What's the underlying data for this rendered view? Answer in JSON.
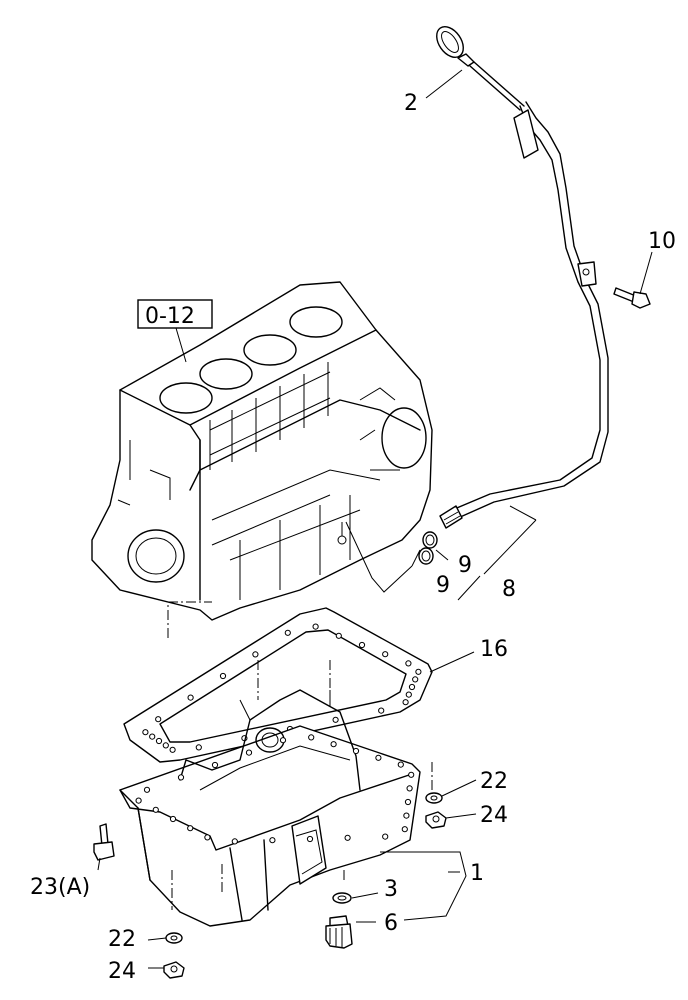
{
  "callouts": {
    "c2": "2",
    "c10": "10",
    "ref_box": "0-12",
    "c9a": "9",
    "c9b": "9",
    "c8": "8",
    "c16": "16",
    "c22a": "22",
    "c24a": "24",
    "c1": "1",
    "c3": "3",
    "c6": "6",
    "c23": "23(A)",
    "c22b": "22",
    "c24b": "24"
  }
}
